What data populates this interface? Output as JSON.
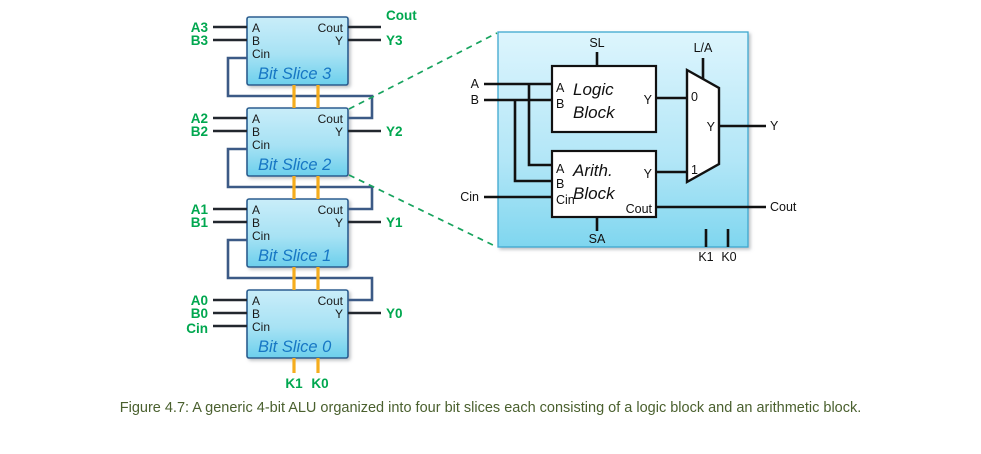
{
  "figure": {
    "caption": "Figure 4.7: A generic 4-bit ALU organized into four bit slices each consisting of a logic block and an arithmetic block.",
    "caption_color": "#4a602e"
  },
  "colors": {
    "slice_fill_top": "#bfe9f7",
    "slice_fill_bottom": "#69cfec",
    "slice_border": "#2a5d8f",
    "panel_fill_top": "#ddf4fd",
    "panel_fill_bottom": "#7fd6ef",
    "panel_border": "#3da8cf",
    "green_label": "#00a74f",
    "slice_title": "#1777c4",
    "carry_wire": "#3c5a86",
    "k_wire": "#f5ad1e",
    "dashed_callout": "#17a35e",
    "wire_dark": "#22272e"
  },
  "slices": [
    {
      "title": "Bit Slice 3",
      "pins_in": [
        "A",
        "B",
        "Cin"
      ],
      "pins_out": [
        "Cout",
        "Y"
      ],
      "ext_in": [
        "A3",
        "B3"
      ],
      "ext_out": [
        "Cout",
        "Y3"
      ]
    },
    {
      "title": "Bit Slice 2",
      "pins_in": [
        "A",
        "B",
        "Cin"
      ],
      "pins_out": [
        "Cout",
        "Y"
      ],
      "ext_in": [
        "A2",
        "B2"
      ],
      "ext_out": [
        "",
        "Y2"
      ]
    },
    {
      "title": "Bit Slice 1",
      "pins_in": [
        "A",
        "B",
        "Cin"
      ],
      "pins_out": [
        "Cout",
        "Y"
      ],
      "ext_in": [
        "A1",
        "B1"
      ],
      "ext_out": [
        "",
        "Y1"
      ]
    },
    {
      "title": "Bit Slice 0",
      "pins_in": [
        "A",
        "B",
        "Cin"
      ],
      "pins_out": [
        "Cout",
        "Y"
      ],
      "ext_in": [
        "A0",
        "B0",
        "Cin"
      ],
      "ext_out": [
        "",
        "Y0"
      ]
    }
  ],
  "control_bus": {
    "labels": [
      "K1",
      "K0"
    ]
  },
  "detail": {
    "logic_block": {
      "title_line1": "Logic",
      "title_line2": "Block",
      "inputs": [
        "A",
        "B"
      ],
      "outputs": [
        "Y"
      ],
      "control": "SL"
    },
    "arith_block": {
      "title_line1": "Arith.",
      "title_line2": "Block",
      "inputs": [
        "A",
        "B",
        "Cin"
      ],
      "outputs": [
        "Y",
        "Cout"
      ],
      "control": "SA"
    },
    "mux": {
      "select_label": "L/A",
      "input_0": "0",
      "input_1": "1",
      "output": "Y"
    },
    "external_inputs": [
      "A",
      "B",
      "Cin"
    ],
    "external_outputs": [
      "Y",
      "Cout"
    ],
    "control_pins": [
      "K1",
      "K0"
    ]
  }
}
